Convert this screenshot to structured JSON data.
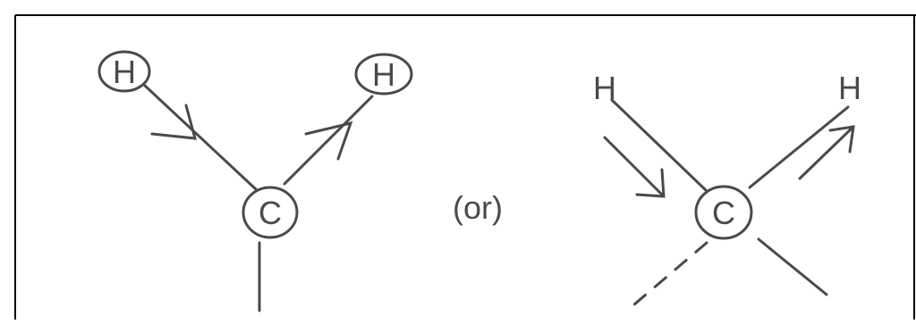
{
  "left_structure": {
    "top_left_atom": "H",
    "top_right_atom": "H",
    "center_atom": "C"
  },
  "separator": "(or)",
  "right_structure": {
    "top_left_atom": "H",
    "top_right_atom": "H",
    "center_atom": "C"
  },
  "colors": {
    "ink": "#4a4a4a",
    "border": "#000000",
    "background": "#ffffff"
  }
}
